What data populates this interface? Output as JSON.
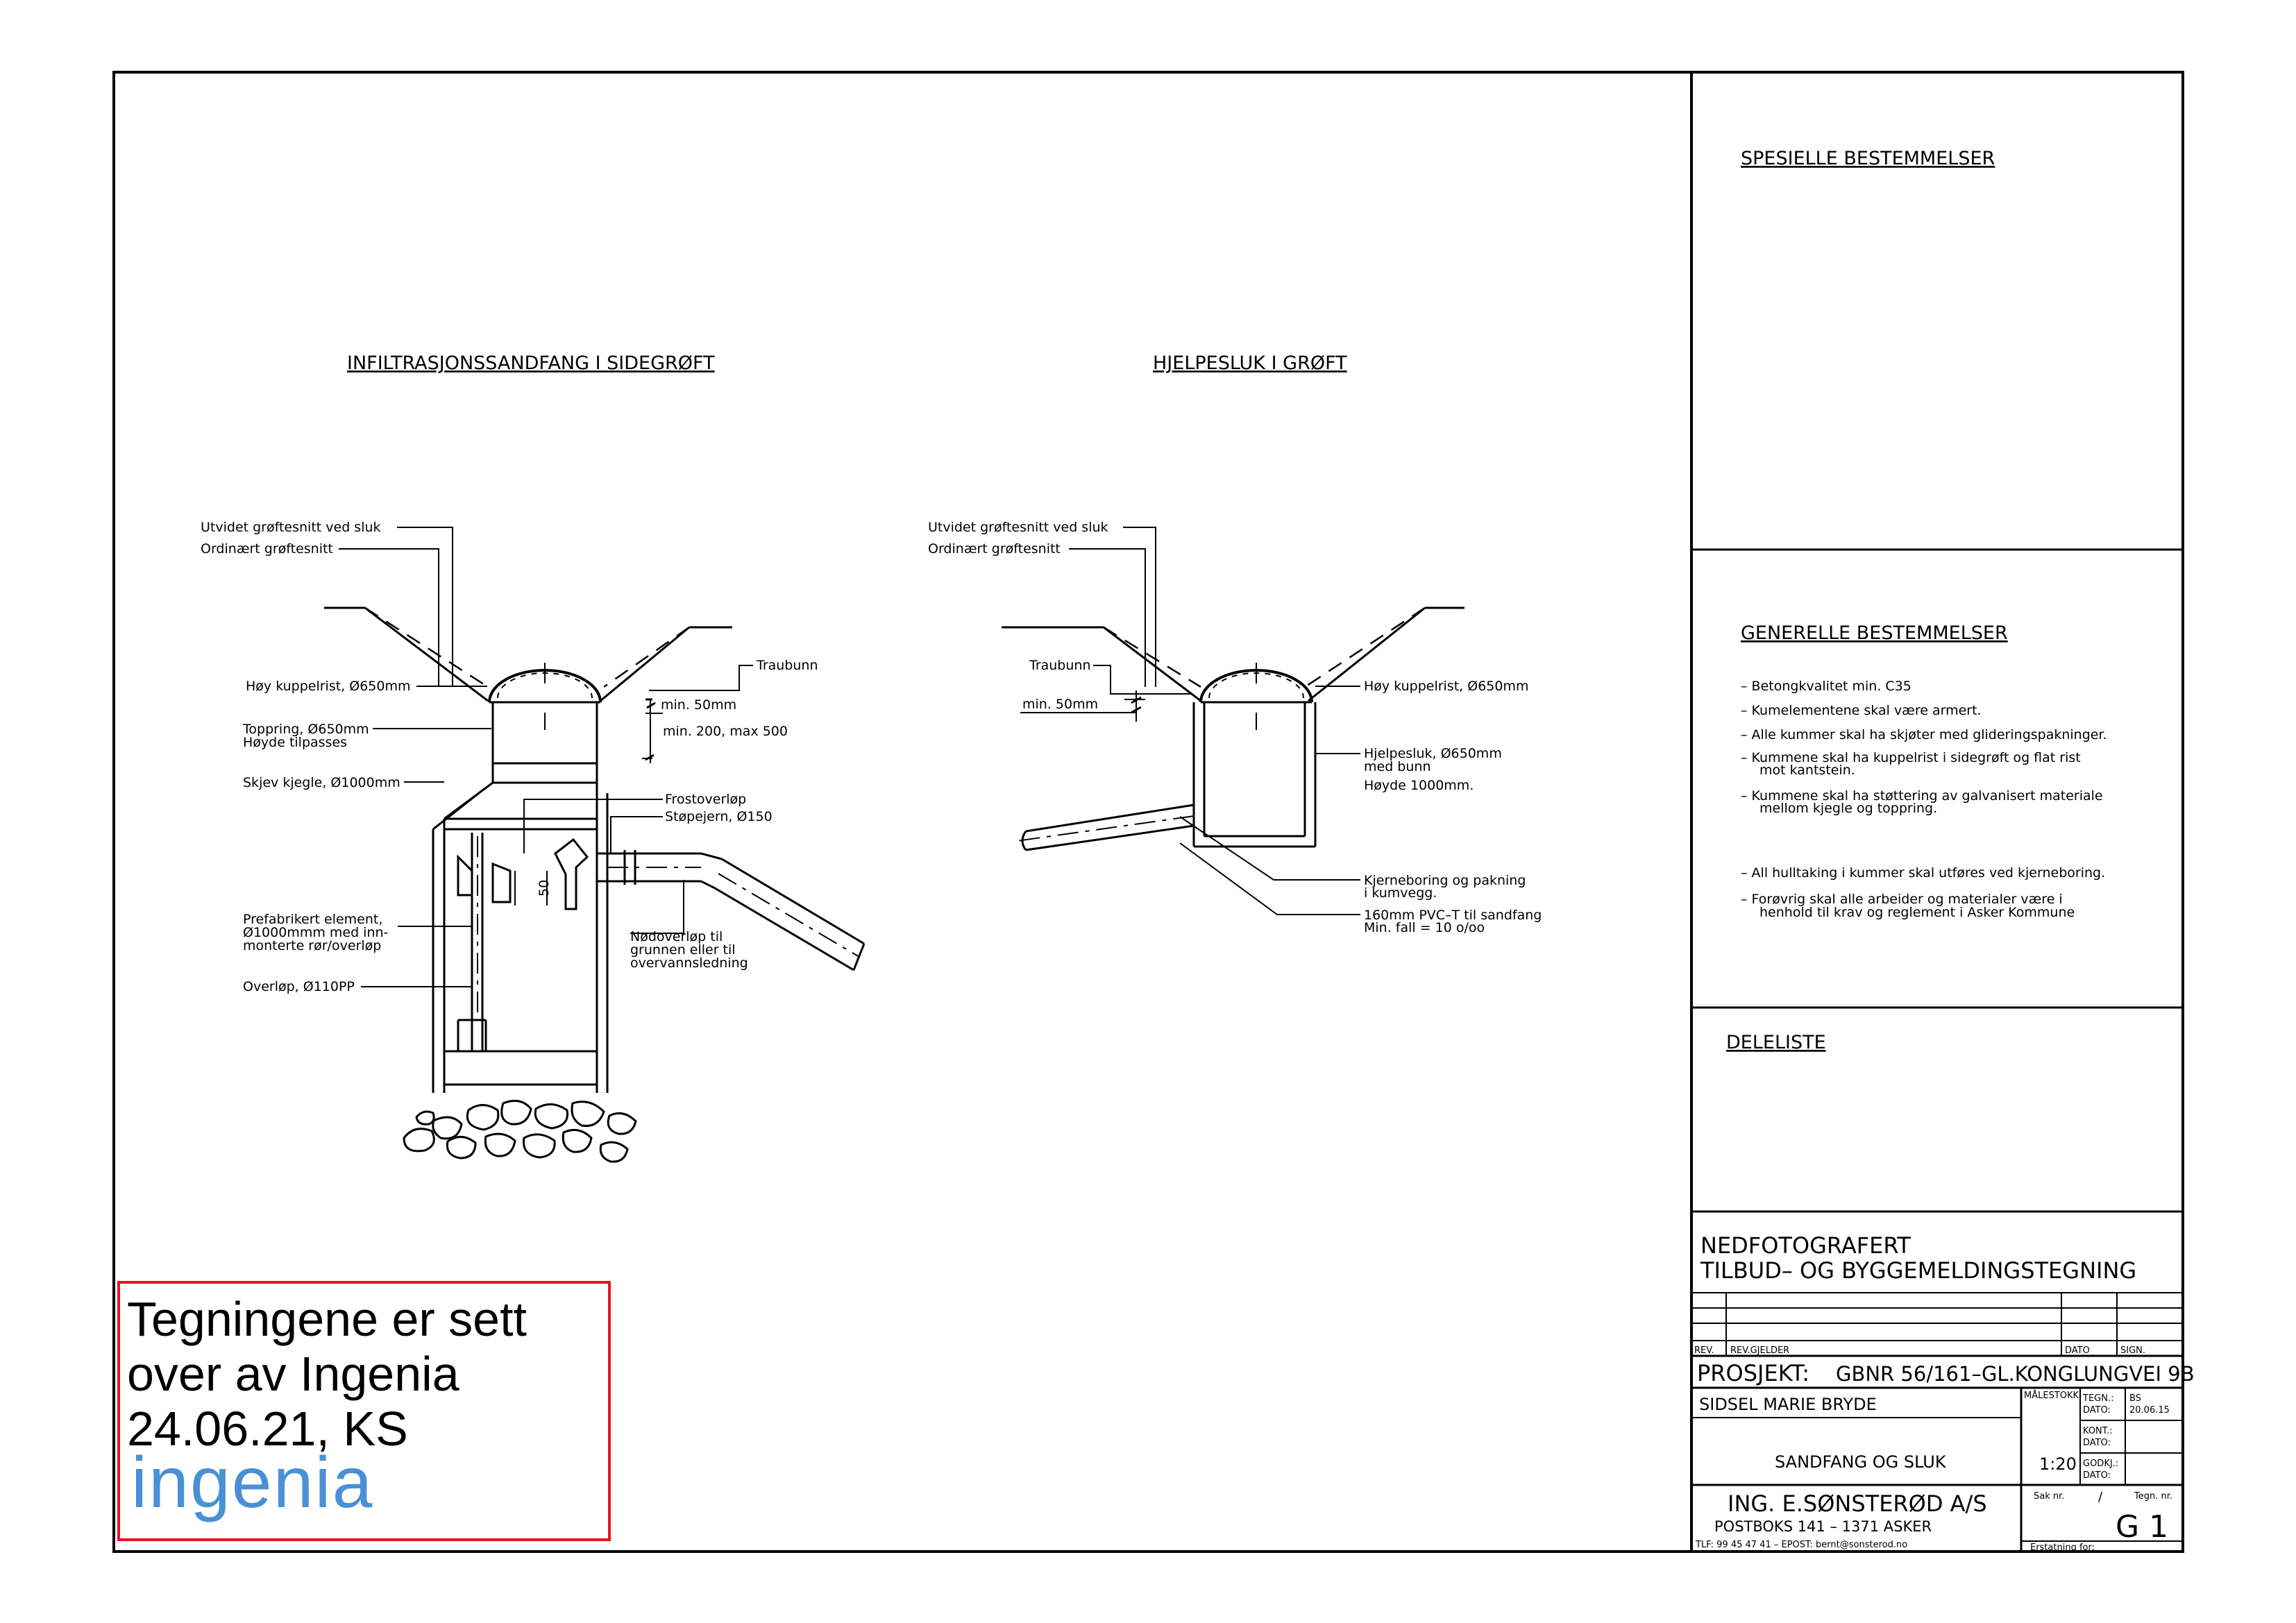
{
  "sections": {
    "special": "SPESIELLE BESTEMMELSER",
    "general": "GENERELLE BESTEMMELSER",
    "parts": "DELELISTE"
  },
  "general_notes": [
    [
      "– Betongkvalitet min. C35"
    ],
    [
      "– Kumelementene skal være armert."
    ],
    [
      "– Alle kummer skal ha skjøter med glideringspakninger."
    ],
    [
      "– Kummene skal ha kuppelrist i sidegrøft og flat rist",
      "mot kantstein."
    ],
    [
      "– Kummene skal ha støttering av galvanisert materiale",
      "mellom kjegle og toppring."
    ],
    [
      "– All hulltaking i kummer skal utføres ved kjerneboring."
    ],
    [
      "– Forøvrig skal alle arbeider og materialer være i",
      "henhold til krav og reglement i Asker Kommune"
    ]
  ],
  "left_detail": {
    "title": "INFILTRASJONSSANDFANG I SIDEGRØFT",
    "labels": {
      "utvidet": "Utvidet grøftesnitt ved sluk",
      "ordinaert": "Ordinært grøftesnitt",
      "traubunn": "Traubunn",
      "kuppelrist": "Høy kuppelrist, Ø650mm",
      "toppring_1": "Toppring, Ø650mm",
      "toppring_2": "Høyde tilpasses",
      "kjegle": "Skjev kjegle, Ø1000mm",
      "frost": "Frostoverløp",
      "stopejern": "Støpejern, Ø150",
      "min50": "min. 50mm",
      "min200": "min. 200, max 500",
      "dim50": "50",
      "prefab_1": "Prefabrikert element,",
      "prefab_2": "Ø1000mmm med inn-",
      "prefab_3": "monterte rør/overløp",
      "overlop": "Overløp, Ø110PP",
      "nodoverlop_1": "Nødoverløp til",
      "nodoverlop_2": "grunnen eller til",
      "nodoverlop_3": "overvannsledning"
    }
  },
  "right_detail": {
    "title": "HJELPESLUK I GRØFT",
    "labels": {
      "utvidet": "Utvidet grøftesnitt ved sluk",
      "ordinaert": "Ordinært grøftesnitt",
      "traubunn": "Traubunn",
      "min50": "min. 50mm",
      "kuppelrist": "Høy kuppelrist, Ø650mm",
      "hjelpesluk_1": "Hjelpesluk, Ø650mm",
      "hjelpesluk_2": "med bunn",
      "hjelpesluk_3": "Høyde 1000mm.",
      "kjerne_1": "Kjerneboring og pakning",
      "kjerne_2": "i kumvegg.",
      "pvc_1": "160mm PVC–T til sandfang",
      "pvc_2": "Min. fall = 10 o/oo"
    }
  },
  "title_block": {
    "status_1": "NEDFOTOGRAFERT",
    "status_2": "TILBUD–  OG  BYGGEMELDINGSTEGNING",
    "rev": "REV.",
    "rev_gjelder": "REV.GJELDER",
    "dato": "DATO",
    "sign": "SIGN.",
    "prosjekt_label": "PROSJEKT:",
    "prosjekt_value": "GBNR 56/161–GL.KONGLUNGVEI 9B",
    "client": "SIDSEL  MARIE  BRYDE",
    "malestokk": "MÅLESTOKK:",
    "tegn": "TEGN.:",
    "tegn_dato": "DATO:",
    "tegn_by": "BS",
    "tegn_date": "20.06.15",
    "kont": "KONT.:",
    "kont_dato": "DATO:",
    "godkj": "GODKJ.:",
    "godkj_dato": "DATO:",
    "drawing_title": "SANDFANG  OG  SLUK",
    "scale": "1:20",
    "company": "ING.  E.SØNSTERØD  A/S",
    "address": "POSTBOKS  141  –  1371  ASKER",
    "contact": "TLF:  99  45  47  41  –  EPOST:  bernt@sonsterod.no",
    "sak_nr": "Sak nr.",
    "slash": "/",
    "tegn_nr": "Tegn. nr.",
    "drawing_no": "G  1",
    "erstatning": "Erstatning for:"
  },
  "stamp": {
    "text": "Tegningene er sett\nover av Ingenia\n24.06.21, KS",
    "logo": "ingenia",
    "border_color": "#e0181e",
    "logo_color": "#4a90d6"
  }
}
